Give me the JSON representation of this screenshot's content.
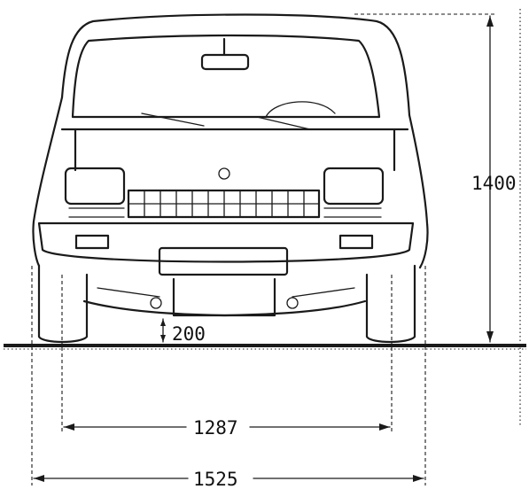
{
  "dimensions": {
    "height_label": "1400",
    "clearance_label": "200",
    "track_label": "1287",
    "width_label": "1525"
  },
  "colors": {
    "ink": "#1a1a1a",
    "paper": "#ffffff"
  }
}
